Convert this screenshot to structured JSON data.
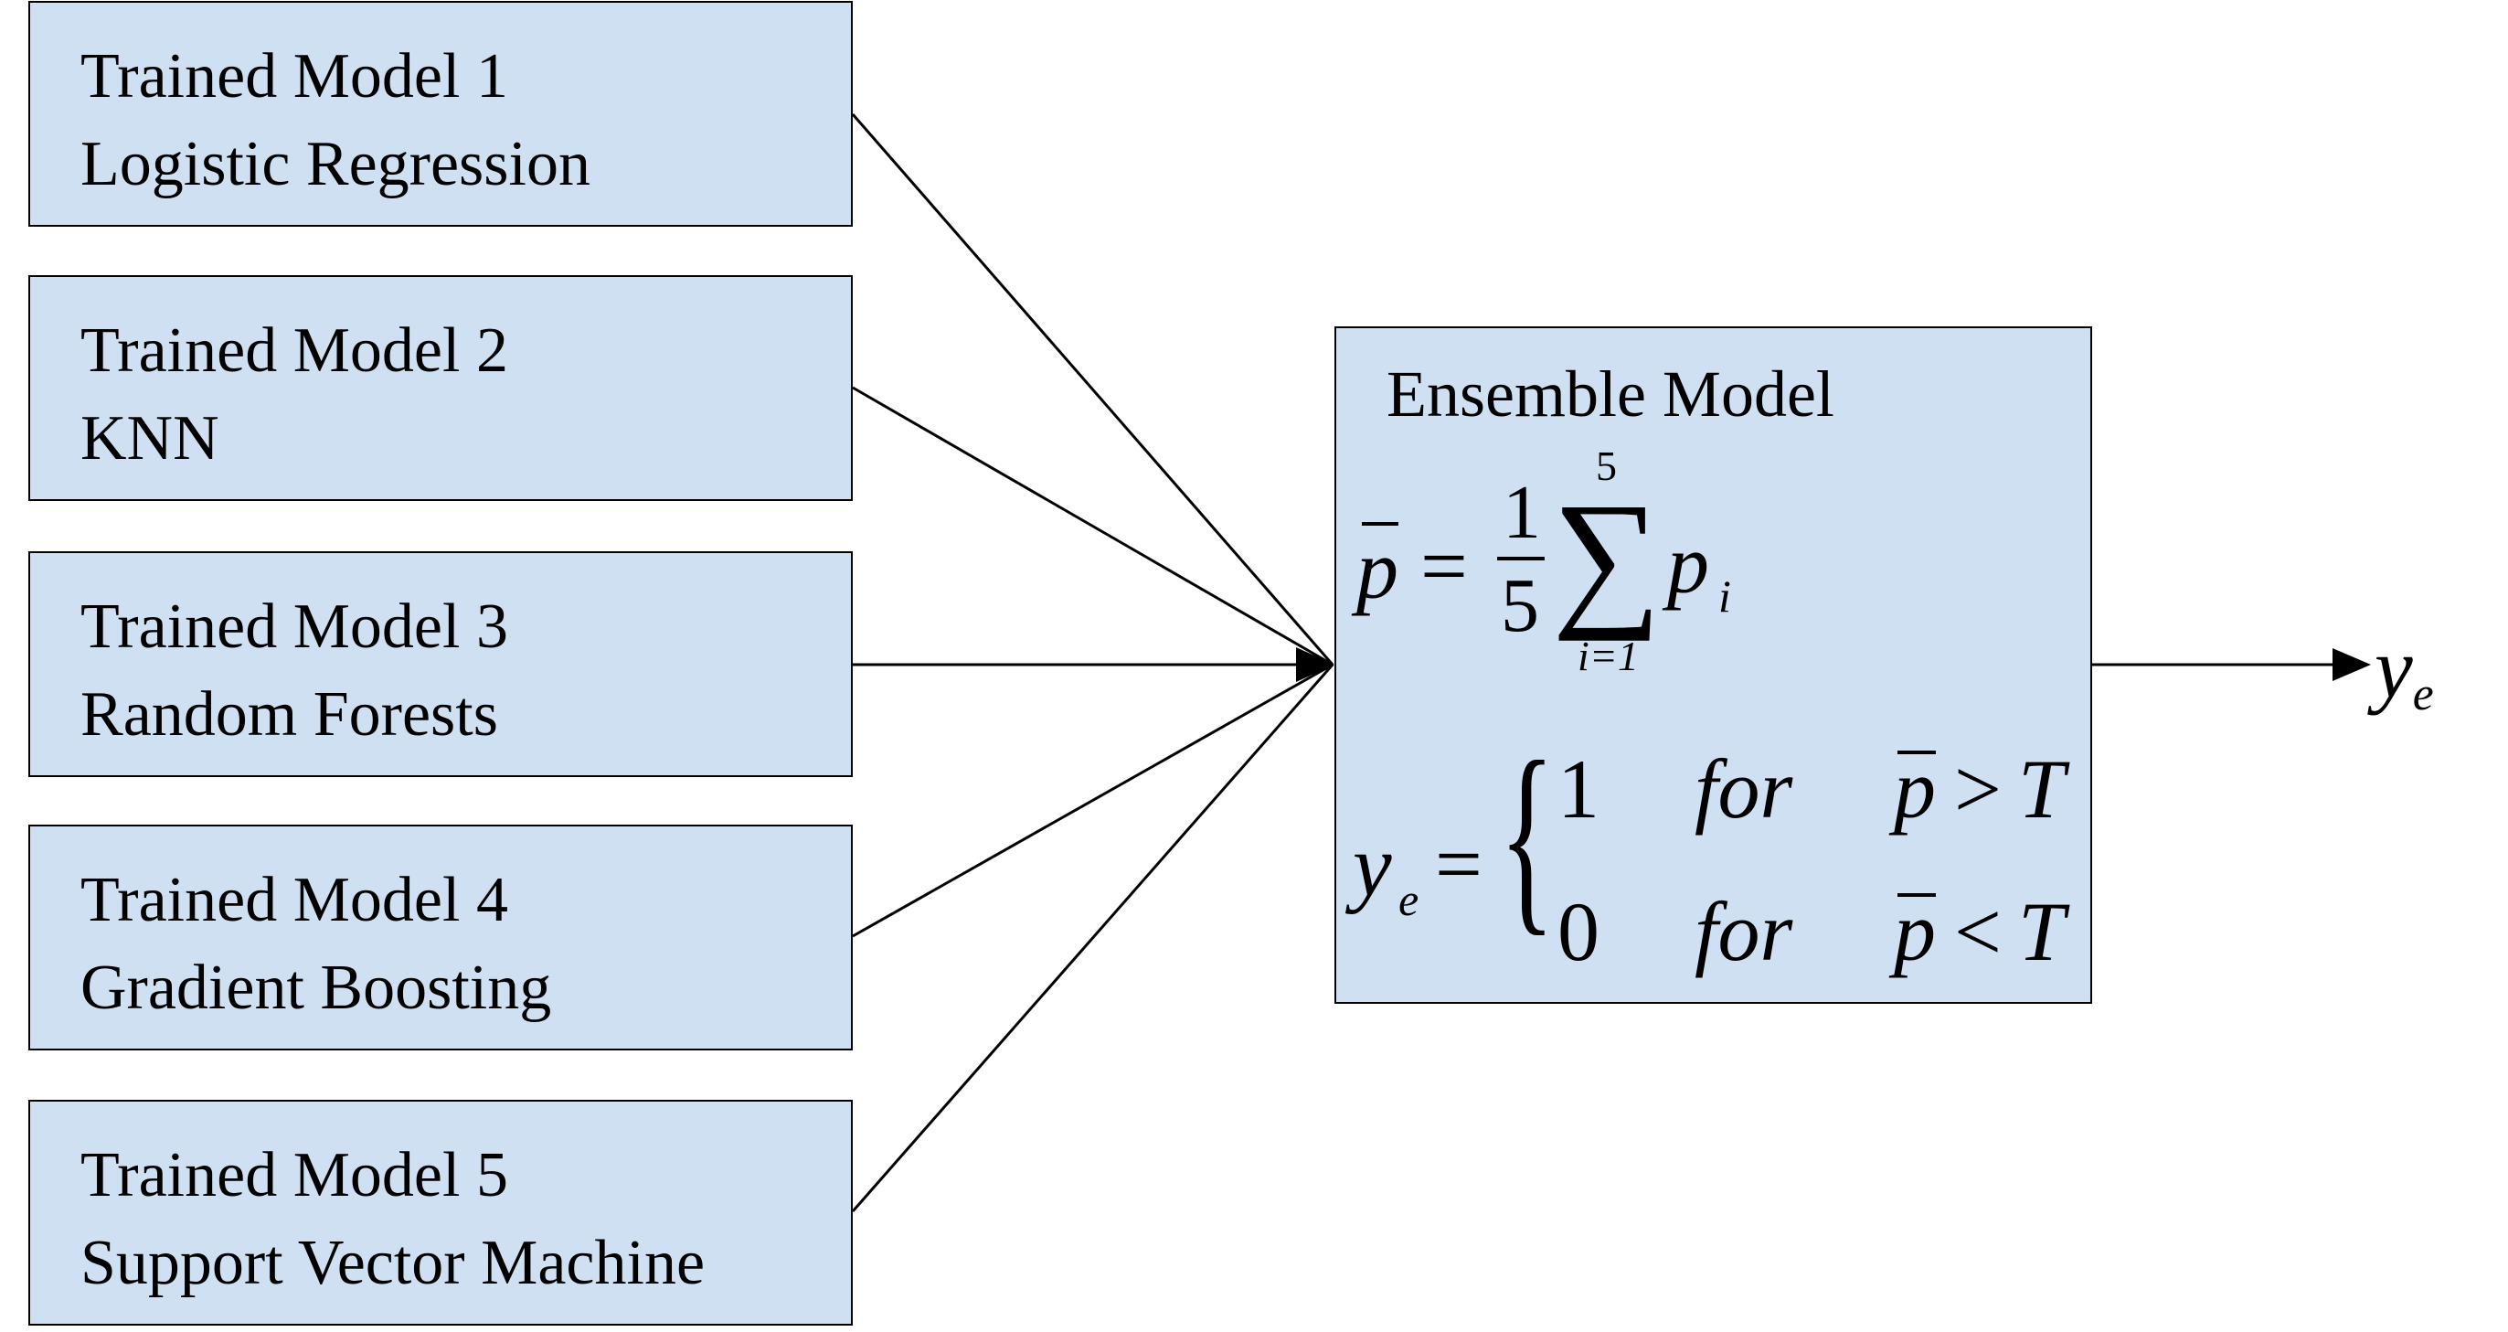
{
  "models": [
    {
      "title": "Trained Model 1",
      "algorithm": "Logistic Regression"
    },
    {
      "title": "Trained Model 2",
      "algorithm": "KNN"
    },
    {
      "title": "Trained Model 3",
      "algorithm": "Random Forests"
    },
    {
      "title": "Trained Model 4",
      "algorithm": "Gradient Boosting"
    },
    {
      "title": "Trained Model 5",
      "algorithm": "Support Vector Machine"
    }
  ],
  "ensemble": {
    "title": "Ensemble Model",
    "formula": {
      "p_bar": "p",
      "equals": "=",
      "frac_num": "1",
      "frac_den": "5",
      "sum_upper": "5",
      "sum_lower": "i=1",
      "sigma": "∑",
      "p": "p",
      "p_index": "i",
      "y": "y",
      "y_sub": "e",
      "brace": "{",
      "case1_value": "1",
      "case2_value": "0",
      "for": "for",
      "gt": ">",
      "lt": "<",
      "threshold": "T"
    }
  },
  "output": {
    "symbol": "y",
    "subscript": "e"
  },
  "colors": {
    "box_fill": "#cfe0f2",
    "border": "#000000",
    "line": "#000000"
  }
}
